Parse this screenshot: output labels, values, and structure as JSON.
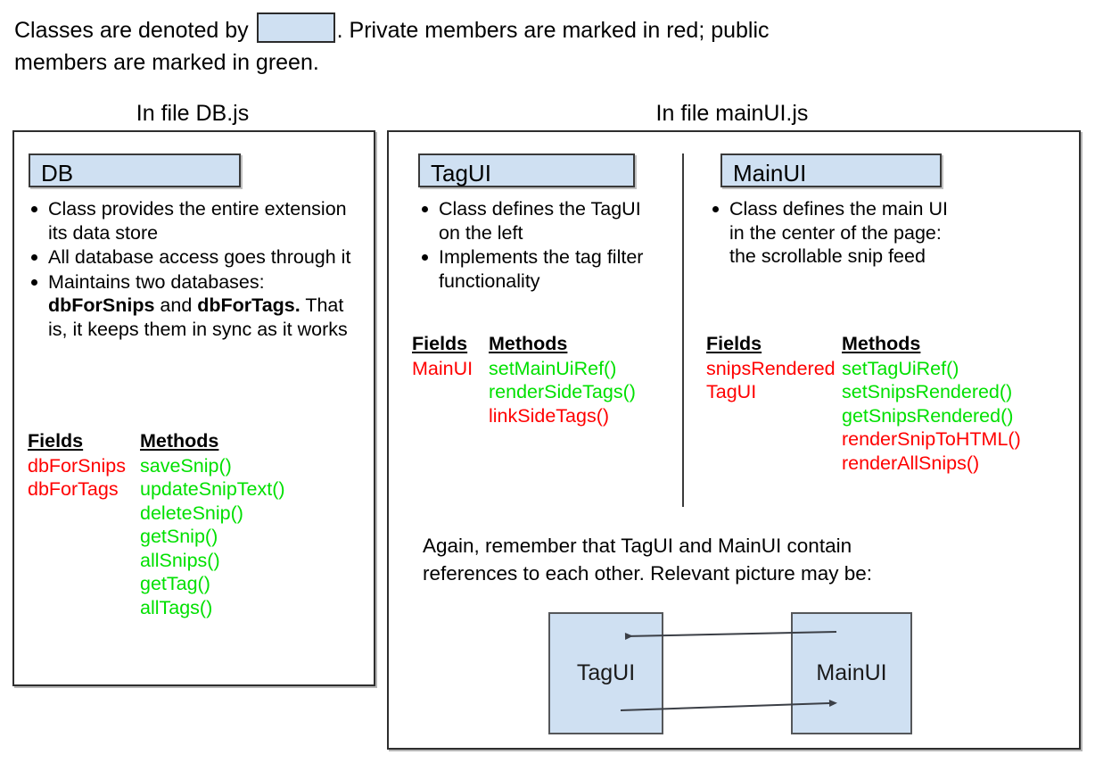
{
  "legend": {
    "line1_before": "Classes are denoted by",
    "swatch_name": "class-color-swatch",
    "line1_after": ". Private members are marked in red; public",
    "line2": "members are marked in green."
  },
  "files": {
    "db_caption": "In file DB.js",
    "main_caption": "In file mainUI.js"
  },
  "classes": [
    {
      "name": "DB",
      "bullets": [
        {
          "html_parts": [
            {
              "t": "Class provides the entire extension its data store",
              "bold": false
            }
          ]
        },
        {
          "html_parts": [
            {
              "t": "All database access goes through it",
              "bold": false
            }
          ]
        },
        {
          "html_parts": [
            {
              "t": "Maintains two databases: ",
              "bold": false
            },
            {
              "t": "dbForSnips",
              "bold": true
            },
            {
              "t": " and ",
              "bold": false
            },
            {
              "t": "dbForTags.",
              "bold": true
            },
            {
              "t": " That is, it keeps them in sync as it works",
              "bold": false
            }
          ]
        }
      ],
      "fields_header": "Fields",
      "methods_header": "Methods",
      "fields": [
        {
          "label": "dbForSnips",
          "visibility": "private"
        },
        {
          "label": "dbForTags",
          "visibility": "private"
        }
      ],
      "methods": [
        {
          "label": "saveSnip()",
          "visibility": "public"
        },
        {
          "label": "updateSnipText()",
          "visibility": "public"
        },
        {
          "label": "deleteSnip()",
          "visibility": "public"
        },
        {
          "label": "getSnip()",
          "visibility": "public"
        },
        {
          "label": "allSnips()",
          "visibility": "public"
        },
        {
          "label": "getTag()",
          "visibility": "public"
        },
        {
          "label": "allTags()",
          "visibility": "public"
        }
      ]
    },
    {
      "name": "TagUI",
      "bullets": [
        {
          "html_parts": [
            {
              "t": "Class defines the TagUI on the left",
              "bold": false
            }
          ]
        },
        {
          "html_parts": [
            {
              "t": "Implements the tag filter functionality",
              "bold": false
            }
          ]
        }
      ],
      "fields_header": "Fields",
      "methods_header": "Methods",
      "fields": [
        {
          "label": "MainUI",
          "visibility": "private"
        }
      ],
      "methods": [
        {
          "label": "setMainUiRef()",
          "visibility": "public"
        },
        {
          "label": "renderSideTags()",
          "visibility": "public"
        },
        {
          "label": "linkSideTags()",
          "visibility": "private"
        }
      ]
    },
    {
      "name": "MainUI",
      "bullets": [
        {
          "html_parts": [
            {
              "t": "Class defines the main UI in the center of the page: the scrollable snip feed",
              "bold": false
            }
          ]
        }
      ],
      "fields_header": "Fields",
      "methods_header": "Methods",
      "fields": [
        {
          "label": "snipsRendered",
          "visibility": "private"
        },
        {
          "label": "TagUI",
          "visibility": "private"
        }
      ],
      "methods": [
        {
          "label": "setTagUiRef()",
          "visibility": "public"
        },
        {
          "label": "setSnipsRendered()",
          "visibility": "public"
        },
        {
          "label": "getSnipsRendered()",
          "visibility": "public"
        },
        {
          "label": "renderSnipToHTML()",
          "visibility": "private"
        },
        {
          "label": "renderAllSnips()",
          "visibility": "private"
        }
      ]
    }
  ],
  "note": {
    "line1": "Again, remember that TagUI and MainUI contain",
    "line2": "references to each other. Relevant picture may be:"
  },
  "relation_diagram": {
    "left_box": "TagUI",
    "right_box": "MainUI",
    "arrow_top_name": "arrow-mainui-to-tagui",
    "arrow_bottom_name": "arrow-tagui-to-mainui"
  },
  "colors": {
    "class_fill": "#cfe0f2",
    "private": "#ff0000",
    "public": "#00e000",
    "border": "#2e2e2e"
  }
}
